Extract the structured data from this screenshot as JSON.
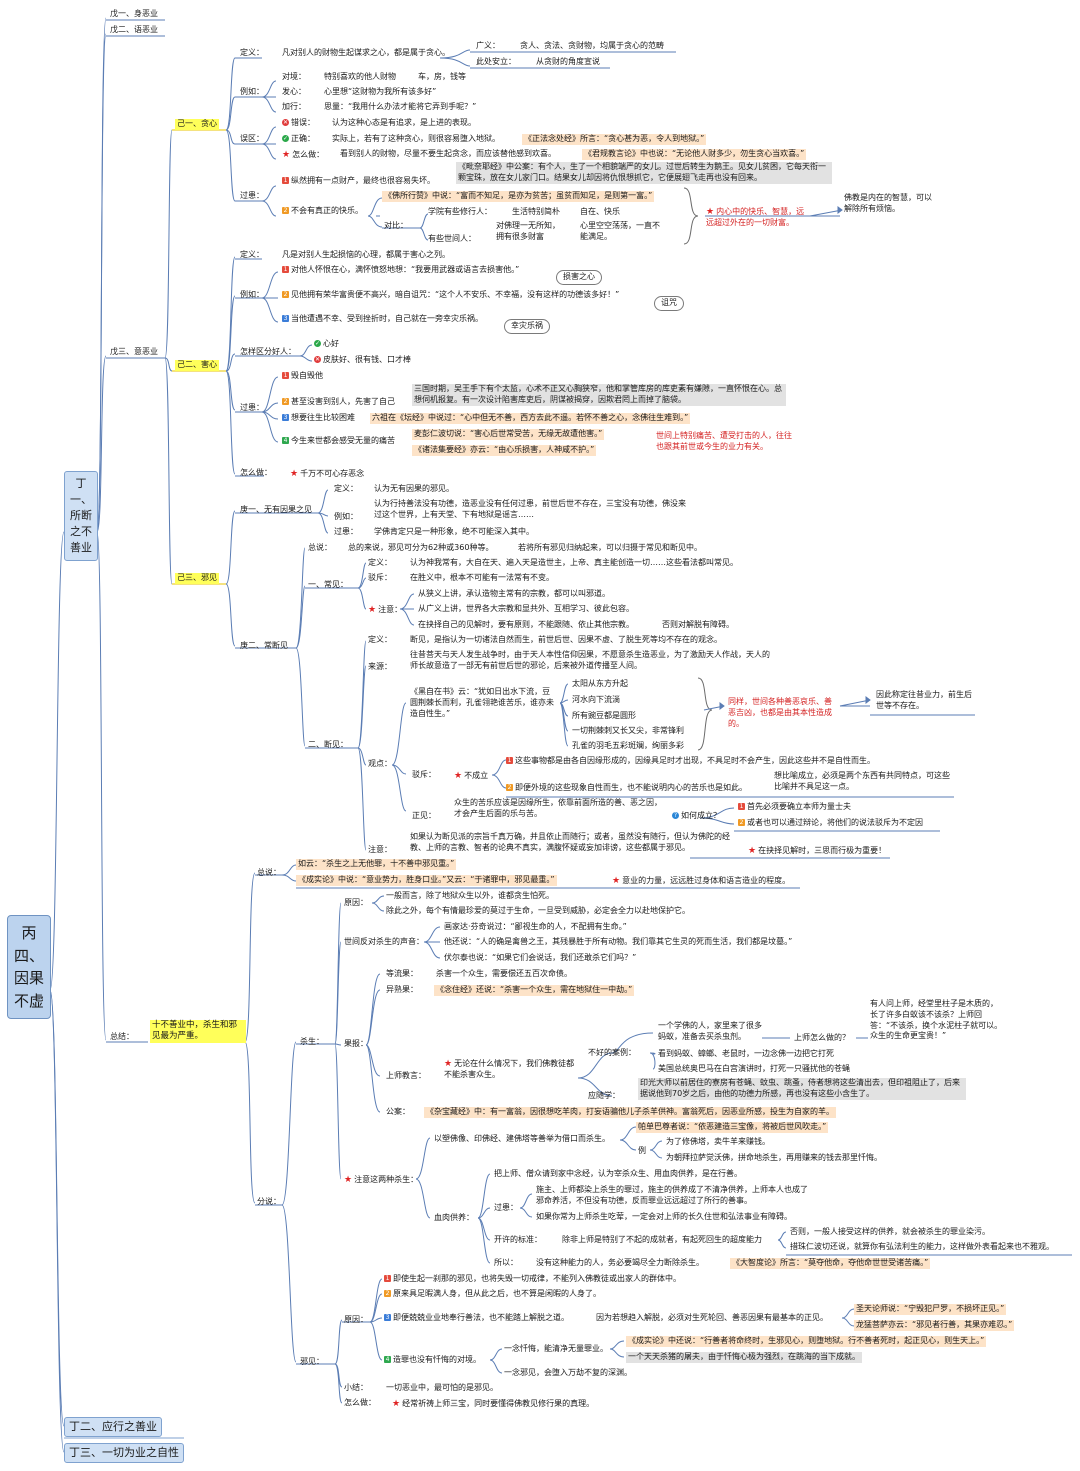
{
  "root": "丙四、因果不虚",
  "l1": {
    "d1": "丁一、所断之不善业",
    "d2": "丁二、应行之善业",
    "d3": "丁三、一切为业之自性"
  },
  "b1": {
    "wu1": "戊一、身恶业",
    "wu2": "戊二、语恶业",
    "wu3": "戊三、意恶业",
    "zongjie": "总结：",
    "zongjie_text": "十不善业中，杀生和邪见最为严重。"
  },
  "tan": {
    "title": "己一、贪心",
    "def_lbl": "定义：",
    "def": "凡对别人的财物生起谋求之心，都是属于贪心。",
    "guang_lbl": "广义：",
    "guang": "贪人、贪法、贪财物，均属于贪心的范畴",
    "ci_lbl": "此处安立：",
    "ci": "从贪财的角度宣说",
    "eg_lbl": "例如：",
    "eg1_lbl": "对境：",
    "eg1": "特别喜欢的他人财物",
    "eg1b": "车，房，钱等",
    "eg2_lbl": "发心：",
    "eg2": "心里想“这财物为我所有该多好”",
    "eg3_lbl": "加行：",
    "eg3": "思量：“我用什么办法才能将它弄到手呢？”",
    "wu_lbl": "误区：",
    "wu1_lbl": "错误：",
    "wu1": "认为这种心态是有追求，是上进的表现。",
    "wu2_lbl": "正确：",
    "wu2": "实际上，若有了这种贪心，则很容易堕入地狱。",
    "wu2b": "《正法念处经》所言：“贪心甚为恶，令人到地狱。”",
    "wu3_lbl": "怎么做：",
    "wu3": "看到别人的财物，尽量不要生起贪念，而应该替他感到欢喜。",
    "wu3b": "《君规教言论》中也说：“无论他人财多少，勿生贪心当欢喜。”",
    "guo_lbl": "过患：",
    "guo1": "纵然拥有一点财产，最终也很容易失坏。",
    "guo1b": "《毗奈耶经》中公案：有个人，生了一个相貌端严的女儿。过世后转生为鹅王。见女儿贫困，它每天衔一颗宝珠，放在女儿家门口。结果女儿却因将仇恨想抓它，它便展翅飞走再也没有回来。",
    "guo2": "不会有真正的快乐。",
    "guo2a": "《佛所行赞》中说：“富而不知足，是亦为贫苦；虽贫而知足，是则第一富。”",
    "duibi_lbl": "对比：",
    "xue_lbl": "学院有些修行人：",
    "xue1": "生活特别简朴",
    "xue2": "自在、快乐",
    "shi_lbl": "有些世间人：",
    "shi1": "对佛理一无所知，拥有很多财富",
    "shi2": "心里空空荡荡，一直不能满足。",
    "conclusion": "内心中的快乐、智慧，远远超过外在的一切财富。",
    "conclusion2": "佛教是内在的智慧，可以解除所有烦恼。"
  },
  "hai": {
    "title": "己二、害心",
    "def_lbl": "定义：",
    "def": "凡是对别人生起损恼的心理，都属于害心之列。",
    "eg_lbl": "例如：",
    "eg1": "对他人怀恨在心，满怀愤怒地想：“我要用武器或语言去损害他。”",
    "eg1_tag": "损害之心",
    "eg2": "见他拥有荣华富贵便不高兴，暗自诅咒：“这个人不安乐、不幸福，没有这样的功德该多好！”",
    "eg2_tag": "诅咒",
    "eg3": "当他遭遇不幸、受到挫折时，自己就在一旁幸灾乐祸。",
    "eg3_tag": "幸灾乐祸",
    "how_lbl": "怎样区分好人：",
    "how1": "心好",
    "how2": "皮肤好、很有钱、口才棒",
    "guo_lbl": "过患：",
    "guo1": "毁自毁他",
    "guo2": "甚至没害到别人，先害了自己",
    "guo2b": "三国时期，吴王手下有个太监，心术不正又心胸狭窄，他和掌管库房的库吏素有嫌隙，一直怀恨在心。总想伺机报复。有一次设计陷害库吏后，阴谋被揭穿，因欺君罔上而掉了脑袋。",
    "guo3": "想要往生比较困难",
    "guo3b": "六祖在《坛经》中说过：“心中但无不善，西方去此不遥。若怀不善之心，念佛往生难到。”",
    "guo4": "今生来世都会感受无量的痛苦",
    "guo4a": "麦彭仁波切说：“害心后世常受苦，无缘无故遭他害。”",
    "guo4b": "《诸法集要经》亦云：“由心乐损害，人神咸不护。”",
    "guo4c": "世间上特别痛苦、遭受打击的人，往往也跟其前世或今生的业力有关。",
    "do_lbl": "怎么做：",
    "do": "千万不可心存恶念"
  },
  "xie": {
    "title": "己三、邪见",
    "geng1": "庚一、无有因果之见",
    "g1_def_lbl": "定义：",
    "g1_def": "认为无有因果的邪见。",
    "g1_eg_lbl": "例如：",
    "g1_eg": "认为行持善法没有功德，造恶业没有任何过患，前世后世不存在，三宝没有功德，佛没来过这个世界，上有天堂、下有地狱是谣言……",
    "g1_guo_lbl": "过患：",
    "g1_guo": "学佛肯定只是一种形象，绝不可能深入其中。",
    "geng2": "庚二、常断见",
    "zs_lbl": "总说：",
    "zs": "总的来说，邪见可分为62种或360种等。",
    "zs2": "若将所有邪见归纳起来，可以归摄于常见和断见中。",
    "chang_lbl": "一、常见：",
    "c_def_lbl": "定义：",
    "c_def": "认为神我常有，大自在天、遍入天是造世主，上帝、真主能创造一切……这些看法都叫常见。",
    "c_bo_lbl": "驳斥：",
    "c_bo": "在胜义中，根本不可能有一法常有不变。",
    "c_zhu_lbl": "注意：",
    "c_zhu1": "从狭义上讲，承认造物主常有的宗教，都可以叫邪道。",
    "c_zhu2": "从广义上讲，世界各大宗教和显共外、互相学习、彼此包容。",
    "c_zhu3": "在抉择自己的见解时，要有原则，不能跟随、依止其他宗教。",
    "c_zhu3b": "否则对解脱有障碍。",
    "duan_lbl": "二、断见：",
    "d_def_lbl": "定义：",
    "d_def": "断见，是指认为一切诸法自然而生，前世后世、因果不虚、了脱生死等均不存在的观念。",
    "d_src_lbl": "来源：",
    "d_src": "往昔菩天与天人发生战争时，由于天人本性信仰因果，不愿意杀生造恶业，为了激励天人作战，天人的师长故意造了一部无有前世后世的邪论，后来被外道传播至人间。",
    "gd_lbl": "观点：",
    "gd_quote": "《黑自在书》云：“犹如日出水下流，豆圆荆棘长而利，孔雀翎艳谁苦乐，谁亦未造自性生。”",
    "gd1": "太阳从东方升起",
    "gd2": "河水向下流淌",
    "gd3": "所有豌豆都是圆形",
    "gd4": "一切荆棘刺又长又尖，非常锋利",
    "gd5": "孔雀的羽毛五彩斑斓，绚丽多彩",
    "gd_mid": "同样，世间各种善恶哀乐、善恶吉凶，也都是由其本性造成的。",
    "gd_end": "因此称定往昔业力，前生后世等不存在。",
    "bo_lbl": "驳斥：",
    "bo_star": "不成立",
    "bo1": "这些事物都是由各自因缘形成的，因缘具足时才出现，不具足时不会产生，因此这些并不是自性而生。",
    "bo2": "即便外境的这些现象自性而生，也不能说明内心的苦乐也是如此。",
    "bo2b": "想比喻成立，必须是两个东西有共同特点，可这些比喻并不具足这一点。",
    "zj_lbl": "正见：",
    "zj": "众生的苦乐应该是因缘所生，依靠前面所造的善、恶之因，才会产生后面的乐与苦。",
    "zj_q": "如何成立？",
    "zj1": "首先必须要确立本师为量士夫",
    "zj2": "或者也可以通过辩论，将他们的说法驳斥为不定因",
    "zy_lbl": "注意：",
    "zy": "如果认为断见派的宗旨千真万确，并且依止而随行；或者，虽然没有随行，但认为佛陀的经教、上师的言教、智者的论典不真实，满腹怀疑或妄加诽谤，这些都属于邪见。",
    "zy_star": "在抉择见解时，三思而行极为重要！"
  },
  "sum": {
    "zs_lbl": "总说：",
    "zs1": "如云：“杀生之上无他罪，十不善中邪见重。”",
    "zs2": "《成实论》中说：“意业势力，胜身口业。”又云：“于诸罪中，邪见最重。”",
    "zs2b": "意业的力量，远远胜过身体和语言造业的程度。",
    "fs_lbl": "分说：",
    "ss_lbl": "杀生：",
    "yy_lbl": "原因：",
    "yy1": "一般而言，除了地狱众生以外，谁都贪生怕死。",
    "yy2": "除此之外，每个有情最珍爱的莫过于生命，一旦受到威胁，必定会全力以赴地保护它。",
    "sj_lbl": "世间反对杀生的声音：",
    "sj1": "画家达·芬奇说过：“鄙视生命的人，不配拥有生命。”",
    "sj2": "他还说：“人的确是禽兽之王，其残暴胜于所有动物。我们靠其它生灵的死而生活，我们都是坟墓。”",
    "sj3": "伏尔泰也说：“如果它们会说话，我们还敢杀它们吗？”",
    "gb_lbl": "果报：",
    "dl_lbl": "等流果：",
    "dl": "杀害一个众生，需要偿还五百次命债。",
    "ys_lbl": "异熟果：",
    "ys": "《念住经》还说：“杀害一个众生，需在地狱住一中劫。”",
    "sh_lbl": "上师教言：",
    "sh": "无论在什么情况下，我们佛教徒都不能杀害众生。",
    "bh_lbl": "不好的案例：",
    "bh_a": "一个学佛的人，家里来了很多蚂蚁，准备去买杀虫剂。",
    "bh_q": "上师怎么做的？",
    "bh_ans": "有人问上师，经堂里柱子是木质的，长了许多白蚁该不该杀？上师回答：“不该杀，换个水泥柱子就可以。众生的生命更宝贵！”",
    "bh2": "看到蚂蚁、蟑螂、老鼠时，一边念佛一边把它打死",
    "bh3": "美国总统奥巴马在白宫演讲时，打死一只骚扰他的苍蝇",
    "ysx_lbl": "应随学：",
    "ysx": "印光大师以前居住的寮房有苍蝇、蚊虫、跳蚤，侍者想将这些清出去，但印祖阻止了，后来据说他到70岁之后，由他的功德力所感，再也没有这些小含生了。",
    "ga_lbl": "公案：",
    "ga": "《杂宝藏经》中：有一富翁，因很想吃羊肉，打妄语骗他儿子杀羊供神。富翁死后，因恶业所感，投生为自家的羊。",
    "zy_lbl": "注意这两种杀生：",
    "zy1": "以塑佛像、印佛经、建佛塔等善举为借口而杀生。",
    "zy1a": "帕单巴尊者说：“依恶建造三宝像，将被后世风吹走。”",
    "zy1_eg": "例",
    "zy1b": "为了修佛塔，卖牛羊来赚钱。",
    "zy1c": "为朝拜拉萨觉沃佛，拼命地杀生，再用赚来的钱去那里忏悔。",
    "xr_lbl": "血肉供养：",
    "xr1": "把上师、僧众请到家中念经，认为宰杀众生、用血肉供养，是在行善。",
    "xr_g_lbl": "过患：",
    "xr_g1": "施主、上师都染上杀生的罪过，施主的供养成了不清净供养，上师本人也成了邪命养活，不但没有功德，反而罪业远远超过了所行的善事。",
    "xr_g2": "如果你常为上师杀生吃荤，一定会对上师的长久住世和弘法事业有障碍。",
    "kx_lbl": "开许的标准：",
    "kx": "除非上师是特别了不起的成就者，有起死回生的超度能力",
    "kx2": "否则，一般人接受这样的供养，就会被杀生的罪业染污。",
    "kx3": "措珠仁波切还说，就算你有弘法利生的能力，这样做外表看起来也不雅观。",
    "sy_lbl": "所以：",
    "sy": "没有这种能力的人，务必要竭尽全力断除杀生。",
    "sy2": "《大智度论》所言：“莫夺他命，夺他命世世受诸苦痛。”",
    "xj_lbl": "邪见：",
    "xy_lbl": "原因：",
    "xj1": "即使生起一刹那的邪见，也将失毁一切戒律，不能列入佛教徒或出家人的群体中。",
    "xj2": "原来具足暇满人身，但从此之后，也不算是闲暇的人身了。",
    "xj3": "即便兢兢业业地奉行善法，也不能踏上解脱之道。",
    "xj3b": "因为若想趋入解脱，必须对生死轮回、善恶因果有最基本的正见。",
    "xj3c": "圣天论师说：“宁毁犯尸罗，不损坏正见。”",
    "xj3d": "龙猛菩萨亦云：“邪见者行善，其果亦难忍。”",
    "xj4": "造罪也没有忏悔的对境。",
    "xj4a": "《成实论》中还说：“行善者将命终时，生邪见心，则堕地狱。行不善者死时，起正见心，则生天上。”",
    "xj4b": "一念忏悔，能清净无量罪业。",
    "xj4c": "一个天天杀猪的屠夫，由于忏悔心极为强烈，在跳海的当下成就。",
    "xj4d": "一念邪见，会堕入万劫不复的深渊。",
    "xiao_lbl": "小结：",
    "xiao": "一切恶业中，最可怕的是邪见。",
    "zm_lbl": "怎么做：",
    "zm": "经常祈祷上师三宝，同时要懂得佛教见修行果的真理。"
  }
}
